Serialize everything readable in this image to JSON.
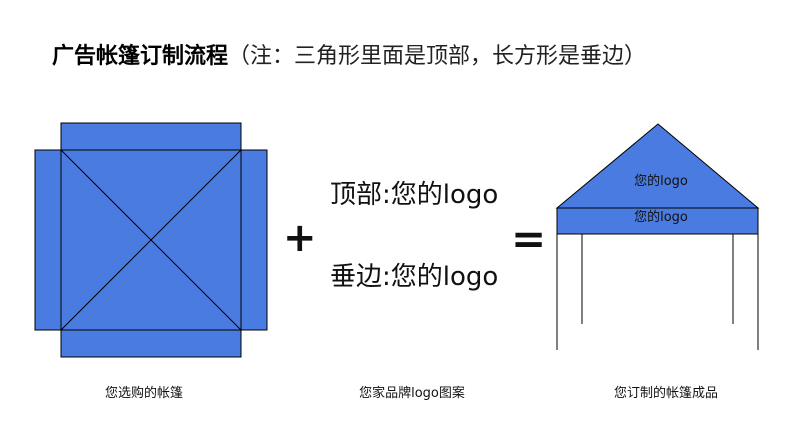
{
  "title": {
    "main": "广告帐篷订制流程",
    "note": "（注：三角形里面是顶部，长方形是垂边）"
  },
  "middle": {
    "top_label": "顶部:您的logo",
    "side_label": "垂边:您的logo"
  },
  "operators": {
    "plus": "+",
    "equals": "="
  },
  "tent": {
    "roof_text": "您的logo",
    "valance_text": "您的logo"
  },
  "captions": {
    "left": "您选购的帐篷",
    "middle": "您家品牌logo图案",
    "right": "您订制的帐篷成品"
  },
  "colors": {
    "accent_blue": "#4a7be0",
    "outline": "#000000"
  }
}
